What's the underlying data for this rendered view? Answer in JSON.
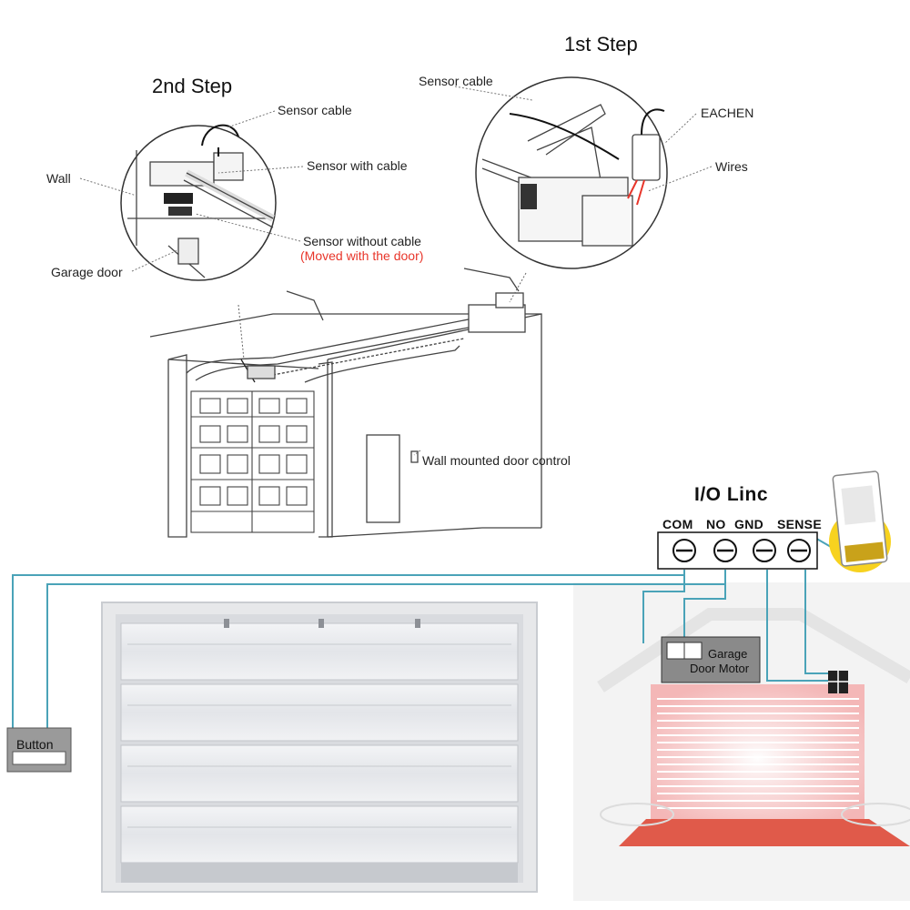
{
  "steps": {
    "first": "1st Step",
    "second": "2nd Step"
  },
  "callouts_step2": {
    "sensor_cable": "Sensor cable",
    "sensor_with_cable": "Sensor with cable",
    "wall": "Wall",
    "sensor_without_cable": "Sensor without cable",
    "moved_with_door": "(Moved with the door)",
    "garage_door": "Garage door"
  },
  "callouts_step1": {
    "sensor_cable": "Sensor cable",
    "eachen": "EACHEN",
    "wires": "Wires"
  },
  "wall_control": "Wall mounted door control",
  "io_linc": {
    "title": "I/O Linc",
    "terminals": [
      "COM",
      "NO",
      "GND",
      "SENSE"
    ]
  },
  "button_label": "Button",
  "motor_label": [
    "Garage",
    "Door Motor"
  ],
  "colors": {
    "wire": "#4aa3b8",
    "highlight": "#f7d21f",
    "highlight_red": "#e8352a",
    "motor_box": "#8a8a8a",
    "glow": "#f4a3a3",
    "floor": "#e05a4a"
  }
}
